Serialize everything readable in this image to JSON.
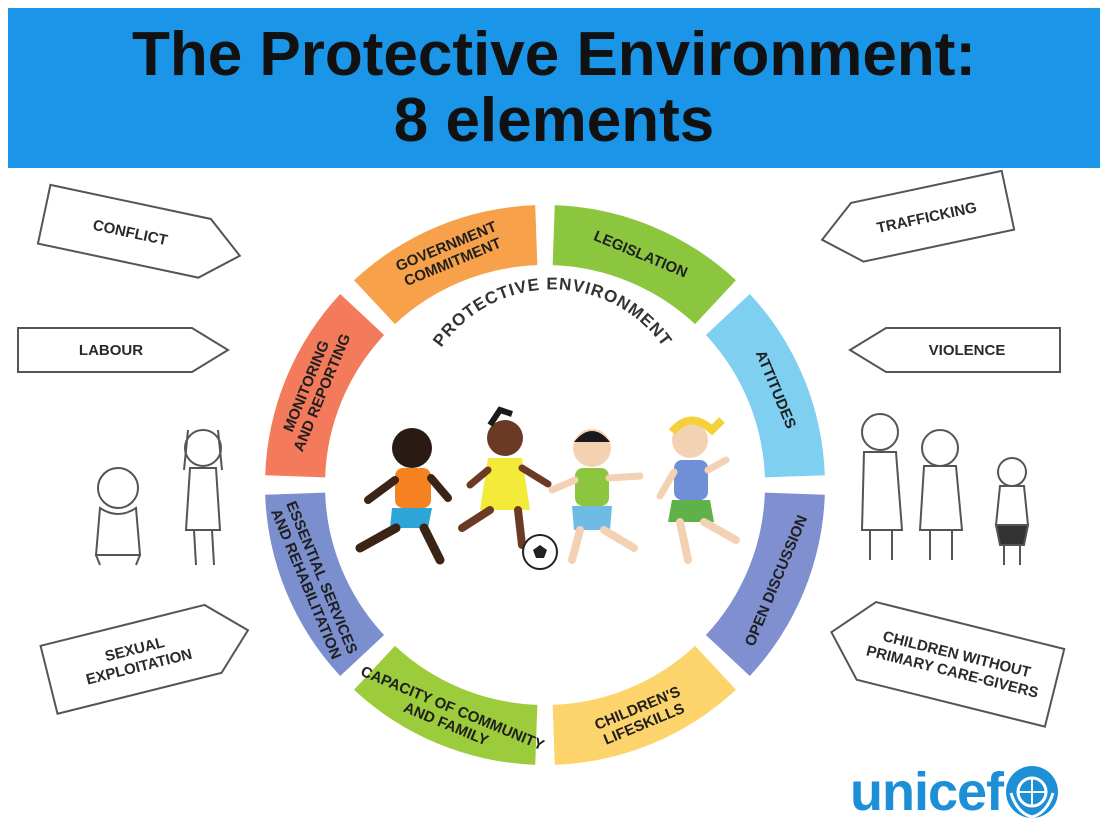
{
  "title": {
    "line1": "The Protective Environment:",
    "line2": "8 elements"
  },
  "center_label": "PROTECTIVE ENVIRONMENT",
  "segments": [
    {
      "lines": [
        "LEGISLATION"
      ],
      "color": "#8cc63f"
    },
    {
      "lines": [
        "ATTITUDES"
      ],
      "color": "#7ecff0"
    },
    {
      "lines": [
        "OPEN DISCUSSION"
      ],
      "color": "#7f8fcf"
    },
    {
      "lines": [
        "CHILDREN'S",
        "LIFESKILLS"
      ],
      "color": "#fdd36b"
    },
    {
      "lines": [
        "CAPACITY OF COMMUNITY",
        "AND FAMILY"
      ],
      "color": "#9ccb3b"
    },
    {
      "lines": [
        "ESSENTIAL SERVICES",
        "AND REHABILITATION"
      ],
      "color": "#7b8fcf"
    },
    {
      "lines": [
        "MONITORING",
        "AND REPORTING"
      ],
      "color": "#f47a5c"
    },
    {
      "lines": [
        "GOVERNMENT",
        "COMMITMENT"
      ],
      "color": "#f7a24b"
    }
  ],
  "threats": {
    "left": [
      {
        "lines": [
          "CONFLICT"
        ]
      },
      {
        "lines": [
          "LABOUR"
        ]
      },
      {
        "lines": [
          "SEXUAL",
          "EXPLOITATION"
        ]
      }
    ],
    "right": [
      {
        "lines": [
          "TRAFFICKING"
        ]
      },
      {
        "lines": [
          "VIOLENCE"
        ]
      },
      {
        "lines": [
          "CHILDREN WITHOUT",
          "PRIMARY CARE-GIVERS"
        ]
      }
    ]
  },
  "logo": {
    "text": "unicef",
    "color": "#1c8fd6",
    "icon": "unicef-emblem-icon"
  },
  "colors": {
    "title_bar": "#1a95e8"
  }
}
